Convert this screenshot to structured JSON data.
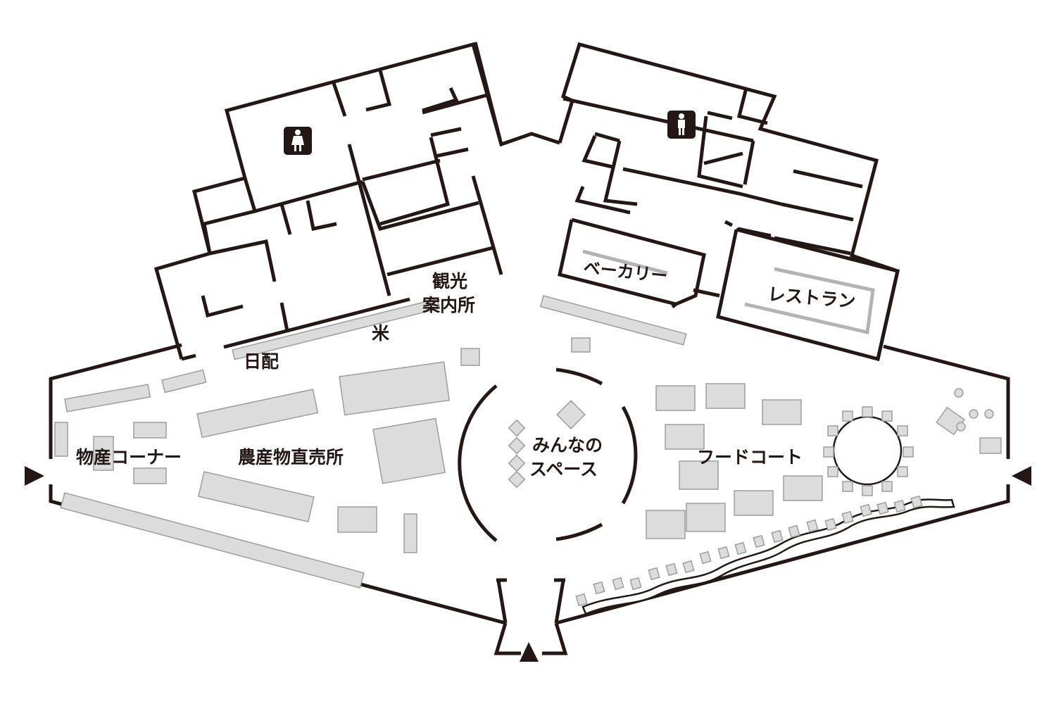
{
  "map": {
    "labels": {
      "tourist_info_line1": "観光",
      "tourist_info_line2": "案内所",
      "rice": "米",
      "daily_delivery": "日配",
      "local_products_corner": "物産コーナー",
      "farm_direct_sales": "農産物直売所",
      "community_space_line1": "みんなの",
      "community_space_line2": "スペース",
      "bakery": "ベーカリー",
      "restaurant": "レストラン",
      "food_court": "フードコート"
    },
    "icons": {
      "womens_restroom": "female-restroom-icon",
      "mens_restroom": "male-restroom-icon",
      "entrance_west": "entrance-arrow-right-icon",
      "entrance_east": "entrance-arrow-left-icon",
      "entrance_south": "entrance-arrow-up-icon"
    },
    "colors": {
      "wall": "#231815",
      "fixture_fill": "#dcdcdc",
      "fixture_stroke": "#9d9d9d",
      "background": "#ffffff"
    }
  }
}
